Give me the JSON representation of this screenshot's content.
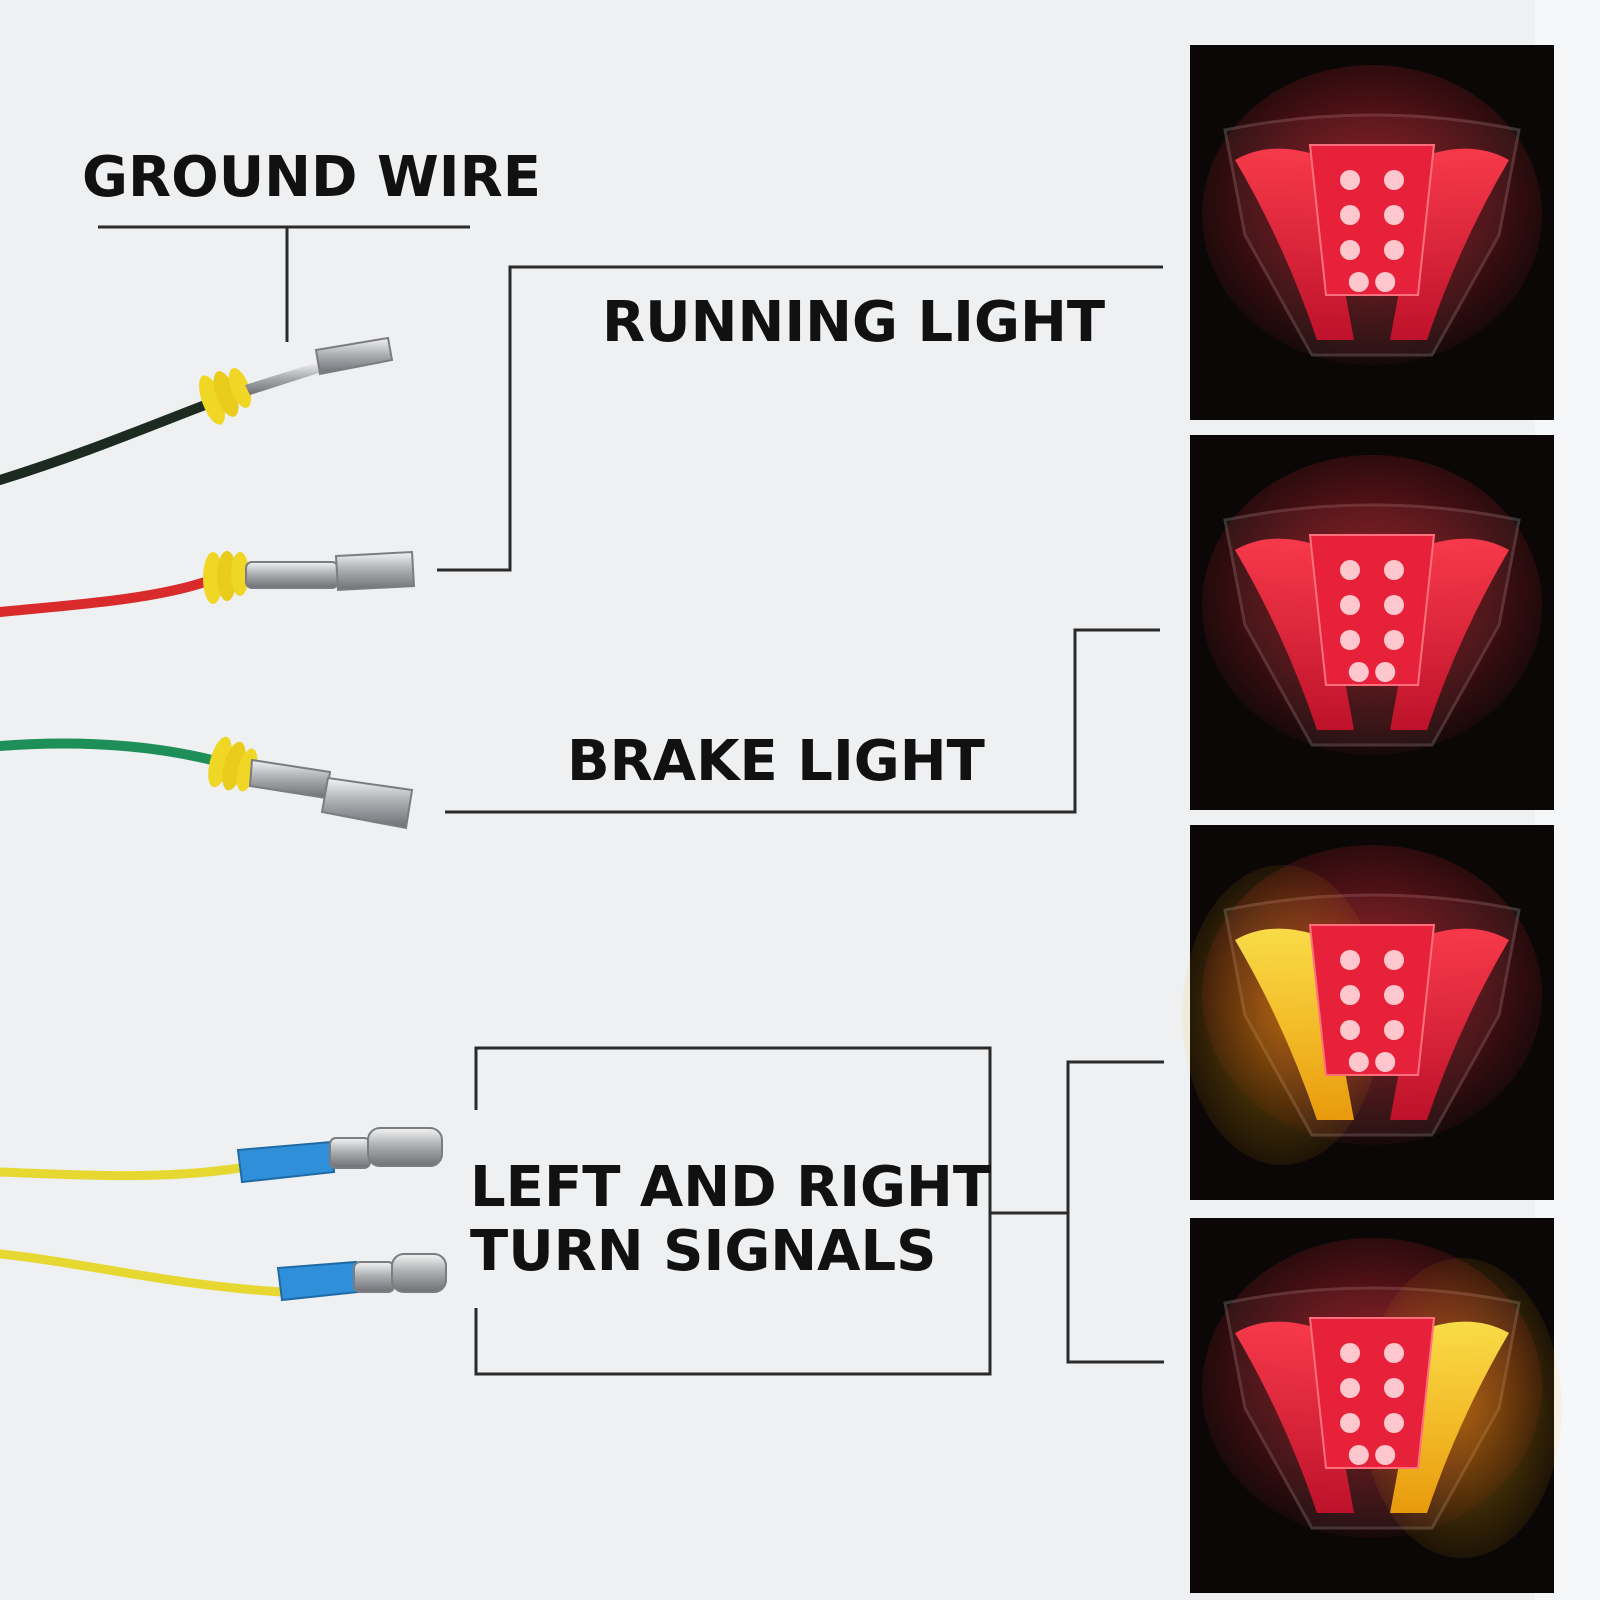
{
  "labels": {
    "ground_wire": "GROUND WIRE",
    "running_light": "RUNNING LIGHT",
    "brake_light": "BRAKE LIGHT",
    "turn_signals_line1": "LEFT AND RIGHT",
    "turn_signals_line2": "TURN SIGNALS"
  },
  "wires": [
    {
      "name": "ground",
      "color": "#1d2a22"
    },
    {
      "name": "running",
      "color": "#d92b2b"
    },
    {
      "name": "brake",
      "color": "#1f8f5a"
    },
    {
      "name": "turn-left",
      "color": "#e7d831"
    },
    {
      "name": "turn-right",
      "color": "#e7d831"
    }
  ],
  "colors": {
    "background": "#eef0f1",
    "panel": "#0c0707",
    "red_glow": "#e0242f",
    "amber_glow": "#f2b516",
    "seal_yellow": "#f0d625",
    "sleeve_blue": "#2f8fd8",
    "leader_line": "#2a2a2a"
  },
  "panels": [
    {
      "state": "running",
      "left_bar": "red",
      "right_bar": "red"
    },
    {
      "state": "brake",
      "left_bar": "red",
      "right_bar": "red"
    },
    {
      "state": "left-turn",
      "left_bar": "amber",
      "right_bar": "red"
    },
    {
      "state": "right-turn",
      "left_bar": "red",
      "right_bar": "amber"
    }
  ]
}
